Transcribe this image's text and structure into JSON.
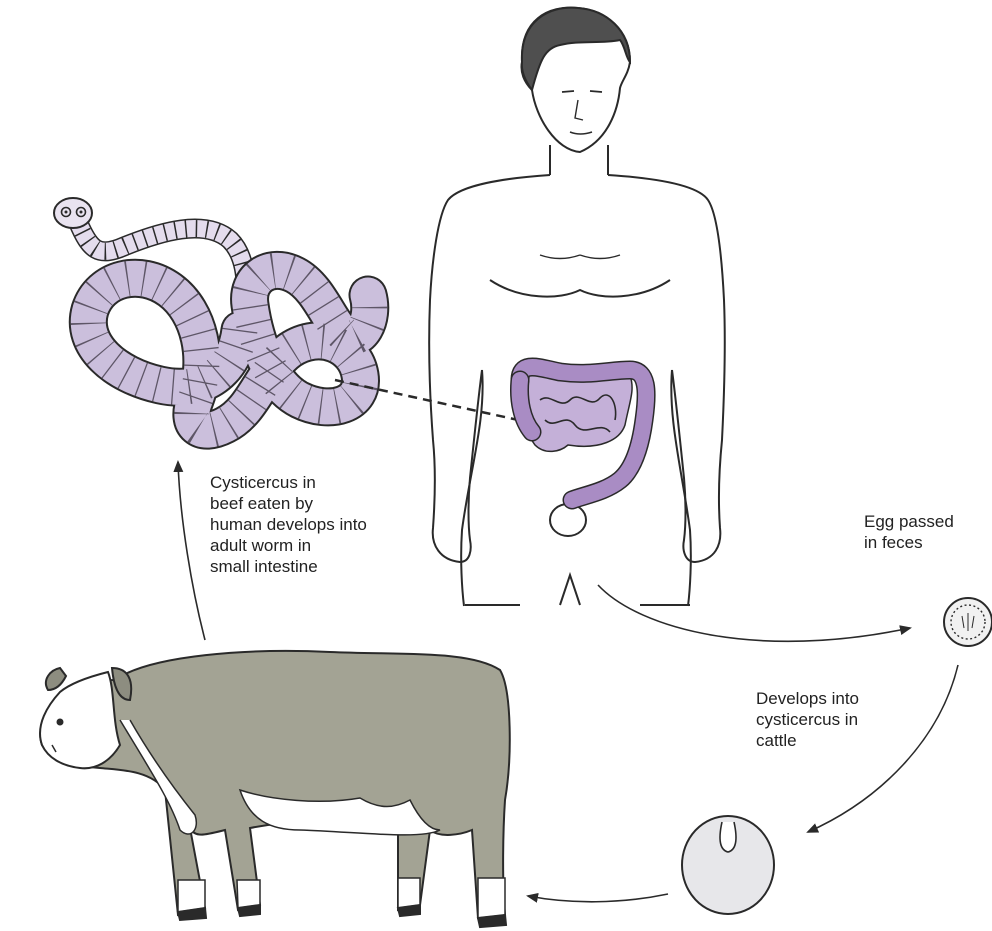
{
  "labels": {
    "cysticercus_to_adult": "Cysticercus in\nbeef eaten by\nhuman develops into\nadult worm in\nsmall intestine",
    "egg_passed": "Egg passed\nin feces",
    "develops_cysticercus": "Develops into\ncysticercus in\ncattle"
  },
  "colors": {
    "worm": "#cbbfdc",
    "intestine": "#a98cc4",
    "cow_body": "#a3a394",
    "line": "#2a2a2a",
    "cyst": "#e7e7ea"
  },
  "icons": [
    "tapeworm-icon",
    "human-figure-icon",
    "intestine-icon",
    "cow-icon",
    "egg-icon",
    "cysticercus-icon"
  ]
}
